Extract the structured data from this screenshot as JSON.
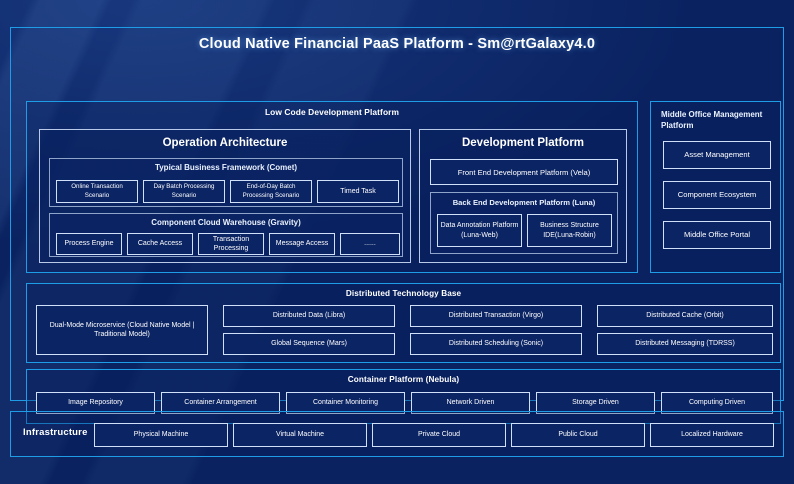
{
  "header": {
    "title": "Cloud Native Financial PaaS Platform - Sm@rtGalaxy4.0"
  },
  "low_code": {
    "title": "Low Code Development Platform",
    "operation_architecture": {
      "title": "Operation Architecture",
      "typical_business_framework": {
        "title": "Typical Business Framework (Comet)",
        "items": [
          "Online Transaction Scenario",
          "Day Batch Processing Scenario",
          "End-of-Day Batch Processing Scenario",
          "Timed Task"
        ]
      },
      "component_cloud_warehouse": {
        "title": "Component Cloud Warehouse (Gravity)",
        "items": [
          "Process Engine",
          "Cache Access",
          "Transaction Processing",
          "Message Access",
          "......"
        ]
      }
    },
    "development_platform": {
      "title": "Development Platform",
      "front_end": "Front End Development Platform (Vela)",
      "back_end": {
        "title": "Back End Development Platform (Luna)",
        "items": [
          "Data Annotation Platform (Luna-Web)",
          "Business Structure IDE(Luna-Robin)"
        ]
      }
    }
  },
  "middle_office": {
    "title": "Middle Office Management Platform",
    "items": [
      "Asset Management",
      "Component Ecosystem",
      "Middle Office Portal"
    ]
  },
  "distributed_technology_base": {
    "title": "Distributed Technology Base",
    "highlight": "Dual-Mode Microservice (Cloud Native Model | Traditional Model)",
    "items": [
      "Distributed Data (Libra)",
      "Distributed Transaction (Virgo)",
      "Distributed Cache (Orbit)",
      "Global Sequence (Mars)",
      "Distributed Scheduling (Sonic)",
      "Distributed Messaging (TDRSS)"
    ]
  },
  "container_platform": {
    "title": "Container Platform (Nebula)",
    "items": [
      "Image Repository",
      "Container Arrangement",
      "Container Monitoring",
      "Network Driven",
      "Storage Driven",
      "Computing Driven"
    ]
  },
  "infrastructure": {
    "label": "Infrastructure",
    "items": [
      "Physical Machine",
      "Virtual Machine",
      "Private Cloud",
      "Public Cloud",
      "Localized Hardware"
    ]
  },
  "colors": {
    "background": "#0a2260",
    "accent_border": "#1f9ce6",
    "card_border": "#cfe0f8",
    "card_fill": "#0b2464",
    "text": "#ffffff"
  }
}
